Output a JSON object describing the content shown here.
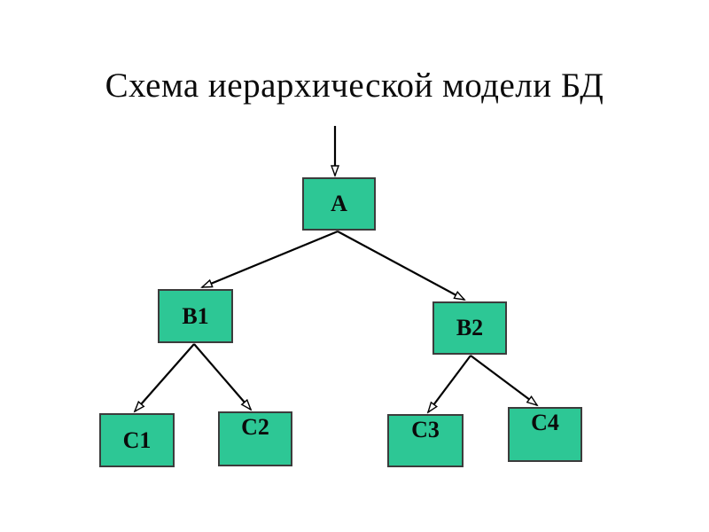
{
  "title": "Схема иерархической модели БД",
  "colors": {
    "background": "#ffffff",
    "node_fill": "#2dc795",
    "node_border": "#3c3c3c",
    "arrow": "#000000",
    "title_text": "#0b0b0b"
  },
  "diagram": {
    "type": "hierarchy-tree",
    "nodes": [
      {
        "id": "A",
        "label": "A",
        "level": 1
      },
      {
        "id": "B1",
        "label": "B1",
        "level": 2
      },
      {
        "id": "B2",
        "label": "B2",
        "level": 2
      },
      {
        "id": "C1",
        "label": "C1",
        "level": 3
      },
      {
        "id": "C2",
        "label": "C2",
        "level": 3
      },
      {
        "id": "C3",
        "label": "C3",
        "level": 3
      },
      {
        "id": "C4",
        "label": "C4",
        "level": 3
      }
    ],
    "edges": [
      {
        "from": "entry",
        "to": "A"
      },
      {
        "from": "A",
        "to": "B1"
      },
      {
        "from": "A",
        "to": "B2"
      },
      {
        "from": "B1",
        "to": "C1"
      },
      {
        "from": "B1",
        "to": "C2"
      },
      {
        "from": "B2",
        "to": "C3"
      },
      {
        "from": "B2",
        "to": "C4"
      }
    ]
  }
}
